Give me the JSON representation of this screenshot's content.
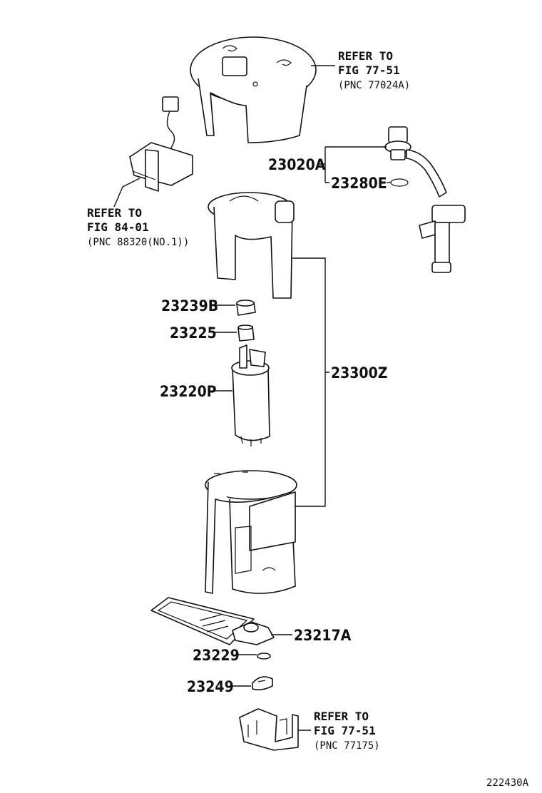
{
  "figure_id": "222430A",
  "refs": [
    {
      "line1": "REFER TO",
      "line2": "FIG 77-51",
      "line3": "(PNC 77024A)"
    },
    {
      "line1": "REFER TO",
      "line2": "FIG 84-01",
      "line3": "(PNC 88320(NO.1))"
    },
    {
      "line1": "REFER TO",
      "line2": "FIG 77-51",
      "line3": "(PNC 77175)"
    }
  ],
  "parts": {
    "p23020A": "23020A",
    "p23280E": "23280E",
    "p23239B": "23239B",
    "p23225": "23225",
    "p23220P": "23220P",
    "p23300Z": "23300Z",
    "p23217A": "23217A",
    "p23229": "23229",
    "p23249": "23249"
  }
}
